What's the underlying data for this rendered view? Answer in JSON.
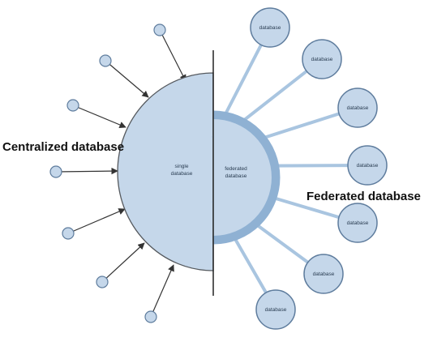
{
  "diagram": {
    "left_label": "Centralized database",
    "right_label": "Federated database",
    "central_label_line1": "single",
    "central_label_line2": "database",
    "federated_label_line1": "federated",
    "federated_label_line2": "database",
    "node_label": "database",
    "colors": {
      "fill": "#c5d7ea",
      "stroke": "#5e7c9d",
      "ring": "#8fb1d3",
      "spoke": "#a9c5e0",
      "arrow": "#333333",
      "divider": "#222222"
    }
  }
}
